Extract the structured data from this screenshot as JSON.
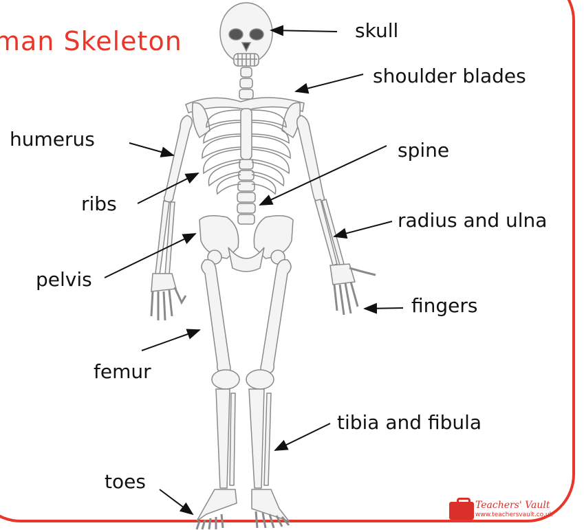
{
  "title": "man Skeleton",
  "labels": {
    "skull": "skull",
    "shoulder_blades": "shoulder blades",
    "humerus": "humerus",
    "spine": "spine",
    "ribs": "ribs",
    "radius_and_ulna": "radius and ulna",
    "pelvis": "pelvis",
    "fingers": "fingers",
    "femur": "femur",
    "tibia_and_fibula": "tibia and fibula",
    "toes": "toes"
  },
  "logo": {
    "name": "Teachers' Vault",
    "url": "www.teachersvault.co.uk"
  },
  "colors": {
    "accent": "#e8372a",
    "bone_fill": "#f4f4f4",
    "bone_stroke": "#8a8a8a",
    "text": "#111111"
  }
}
